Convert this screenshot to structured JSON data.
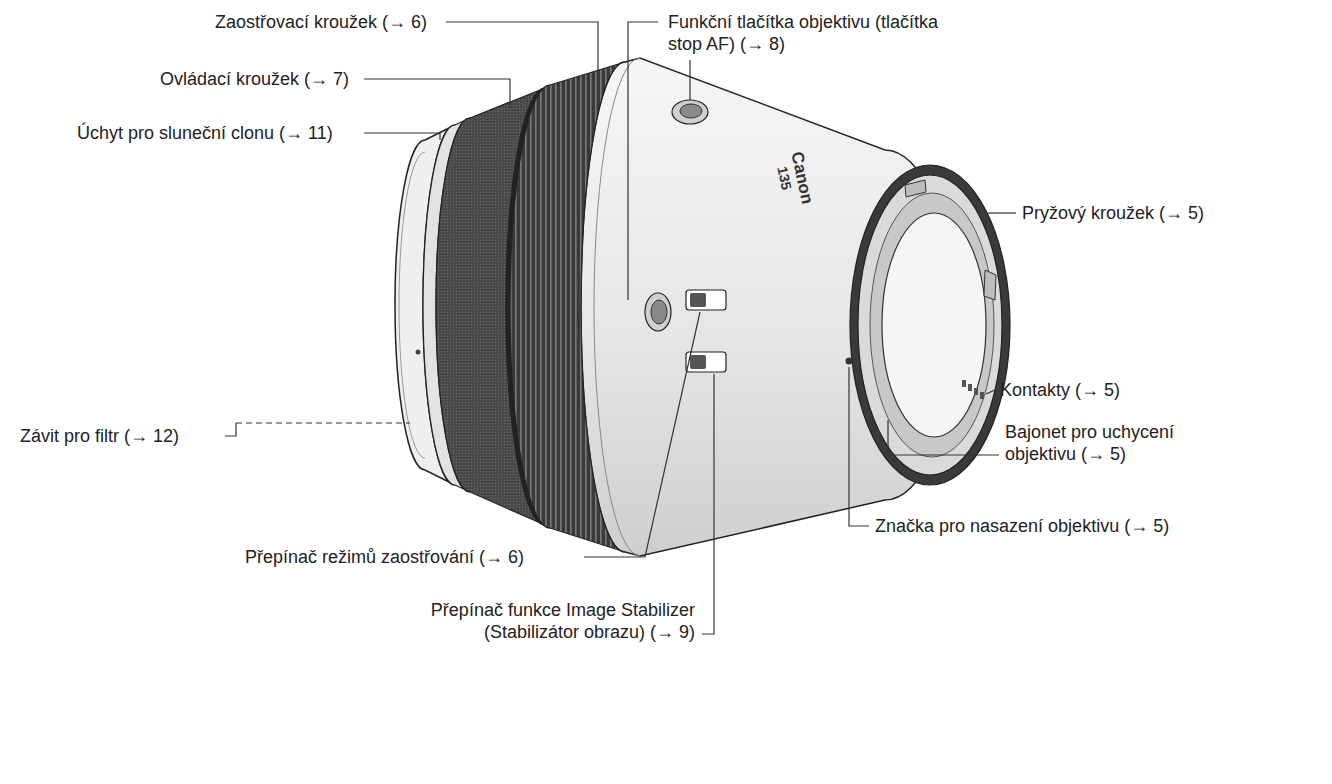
{
  "diagram": {
    "labels": [
      "Zaostřovací kroužek (→ 6)",
      "Funkční tlačítka objektivu (tlačítka stop AF) (→ 8)",
      "Ovládací kroužek (→ 7)",
      "Úchyt pro sluneční clonu (→ 11)",
      "Závit pro filtr (→ 12)",
      "Pryžový kroužek (→ 5)",
      "Kontakty (→ 5)",
      "Bajonet pro uchycení objektivu (→ 5)",
      "Značka pro nasazení objektivu (→ 5)",
      "Přepínač režimů zaostřování (→ 6)",
      "Přepínač funkce Image Stabilizer (Stabilizátor obrazu) (→ 9)",
      "Canon",
      "135"
    ]
  }
}
